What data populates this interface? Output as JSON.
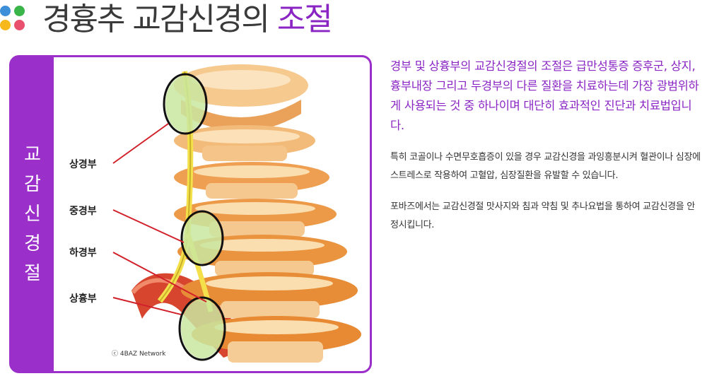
{
  "header": {
    "title_main": "경흉추 교감신경의 ",
    "title_accent": "조절",
    "dot_colors": [
      "#3d8fd9",
      "#3ab54a",
      "#f7b81b",
      "#e8506e"
    ]
  },
  "figure": {
    "side_label": [
      "교",
      "감",
      "신",
      "경",
      "절"
    ],
    "labels": {
      "upper": "상경부",
      "middle": "중경부",
      "lower": "하경부",
      "thoracic": "상흉부"
    },
    "copyright": "ⓒ 4BAZ Network",
    "accent_color": "#9a2fc9"
  },
  "content": {
    "lead": "경부 및 상흉부의 교감신경절의 조절은 급만성통증 증후군, 상지, 흉부내장 그리고 두경부의 다른 질환을 치료하는데 가장 광범위하게 사용되는 것 중 하나이며 대단히 효과적인 진단과 치료법입니다.",
    "para1": "특히 코골이나 수면무호흡증이 있을 경우 교감신경을 과잉흥분시켜 혈관이나 심장에 스트레스로 작용하여 고혈압, 심장질환을 유발할 수 있습니다.",
    "para2": "포바즈에서는 교감신경절 맛사지와 침과 약침 및 추나요법을 통하여 교감신경을 안정시킵니다."
  }
}
